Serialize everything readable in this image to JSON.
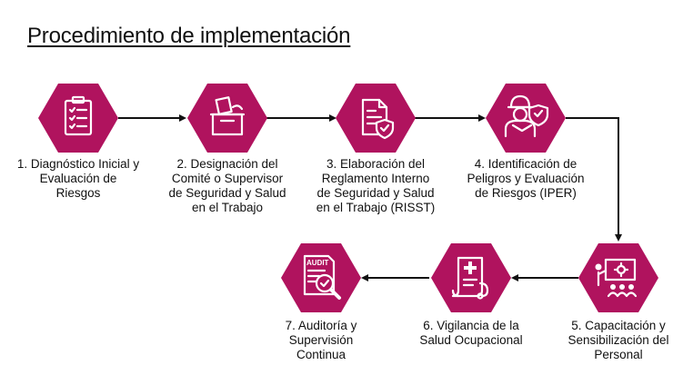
{
  "title": "Procedimiento de implementación",
  "accent_color": "#b0135e",
  "steps": [
    {
      "label": "1. Diagnóstico Inicial y\nEvaluación de\nRiesgos",
      "icon": "checklist-clipboard-icon"
    },
    {
      "label": "2. Designación del\nComité o Supervisor\nde Seguridad y Salud\nen el Trabajo",
      "icon": "ballot-box-icon"
    },
    {
      "label": "3. Elaboración del\nReglamento Interno\nde Seguridad y Salud\nen el Trabajo (RISST)",
      "icon": "document-shield-icon"
    },
    {
      "label": "4. Identificación de\nPeligros y Evaluación\nde Riesgos (IPER)",
      "icon": "worker-shield-icon"
    },
    {
      "label": "5. Capacitación y\nSensibilización del\nPersonal",
      "icon": "presentation-training-icon"
    },
    {
      "label": "6. Vigilancia de la\nSalud Ocupacional",
      "icon": "medical-record-icon"
    },
    {
      "label": "7. Auditoría y\nSupervisión\nContinua",
      "icon": "audit-magnifier-icon"
    }
  ],
  "audit_text": "AUDIT"
}
